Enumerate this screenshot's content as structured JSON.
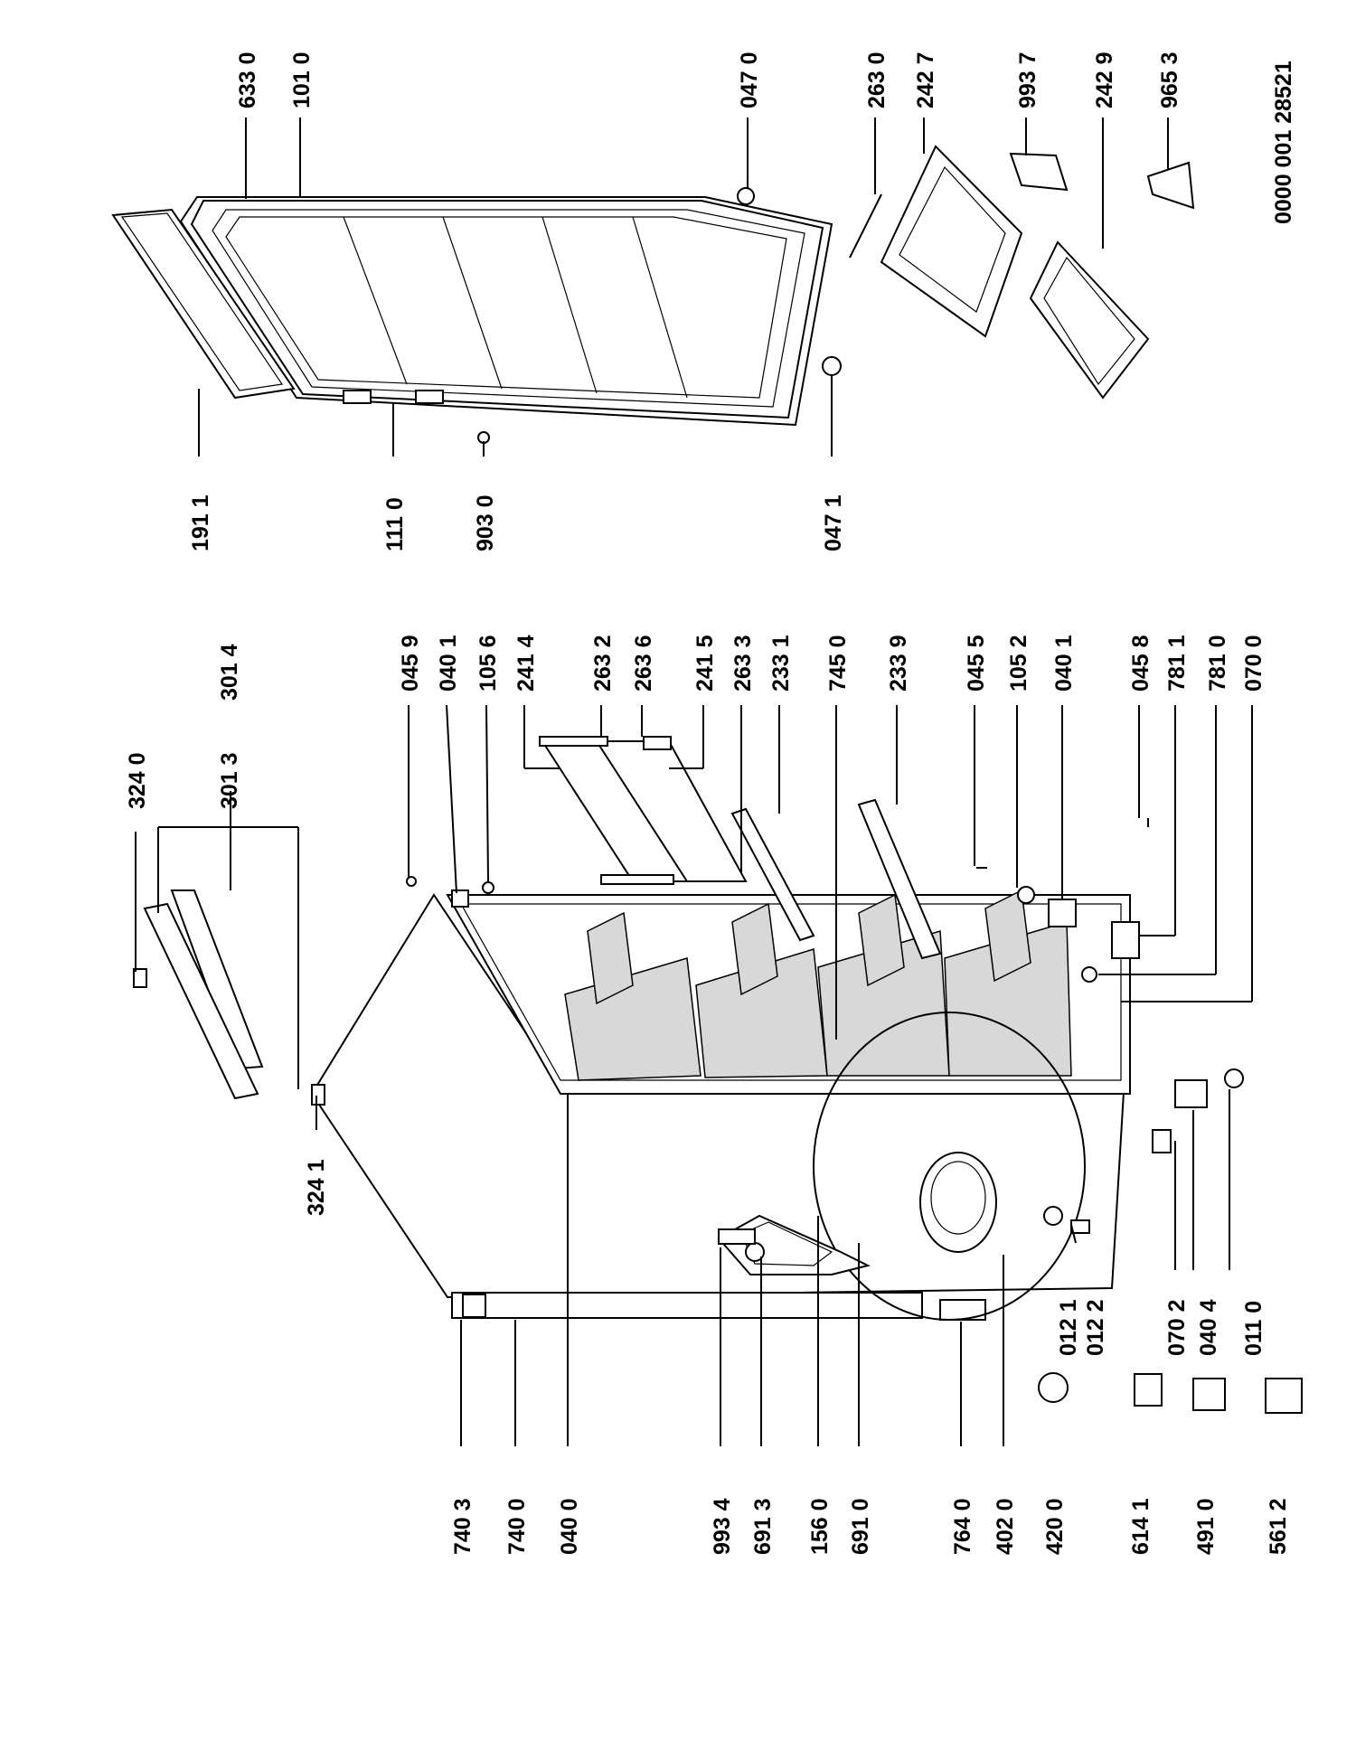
{
  "diagram": {
    "document_code": "0000 001 28521",
    "labels": {
      "p3240": "324 0",
      "p3013": "301 3",
      "p3014": "301 4",
      "p3241": "324 1",
      "p0459": "045 9",
      "p0401a": "040 1",
      "p1056": "105 6",
      "p2414": "241 4",
      "p2632": "263 2",
      "p2636": "263 6",
      "p2415": "241 5",
      "p2633": "263 3",
      "p2331": "233 1",
      "p7450": "745 0",
      "p2339": "233 9",
      "p0455": "045 5",
      "p1052": "105 2",
      "p0401b": "040 1",
      "p0458": "045 8",
      "p7811": "781 1",
      "p7810": "781 0",
      "p0700": "070 0",
      "p7403": "740 3",
      "p7400": "740 0",
      "p0400": "040 0",
      "p9934": "993 4",
      "p6913": "691 3",
      "p1560": "156 0",
      "p6910": "691 0",
      "p7640": "764 0",
      "p4020": "402 0",
      "p4200": "420 0",
      "p6141": "614 1",
      "p4910": "491 0",
      "p5612": "561 2",
      "p0121": "012 1",
      "p0122": "012 2",
      "p0702": "070 2",
      "p0404": "040 4",
      "p0110": "011 0",
      "p1911": "191 1",
      "p1110": "111 0",
      "p9030": "903 0",
      "p0471": "047 1",
      "p6330": "633 0",
      "p1010": "101 0",
      "p0470": "047 0",
      "p2630": "263 0",
      "p2427": "242 7",
      "p9937": "993 7",
      "p2429": "242 9",
      "p9653": "965 3"
    }
  }
}
